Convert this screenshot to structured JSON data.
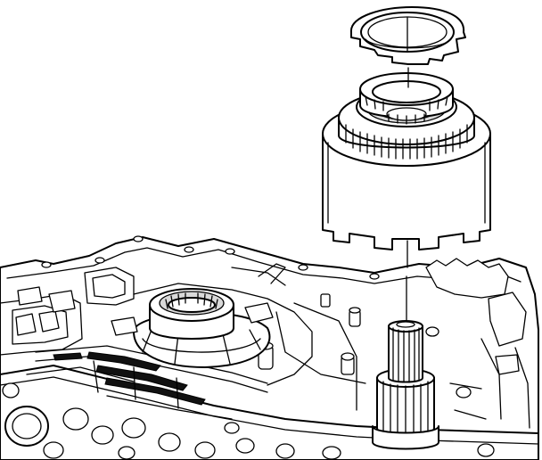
{
  "figure": {
    "type": "exploded-assembly-illustration",
    "components": [
      "snap-ring",
      "clutch-housing",
      "input-shaft",
      "transmission-case",
      "center-support-bearing",
      "valve-body-plate"
    ],
    "colors": {
      "ink": "#000000",
      "background": "#ffffff",
      "shade": "#d9d9d9"
    }
  }
}
